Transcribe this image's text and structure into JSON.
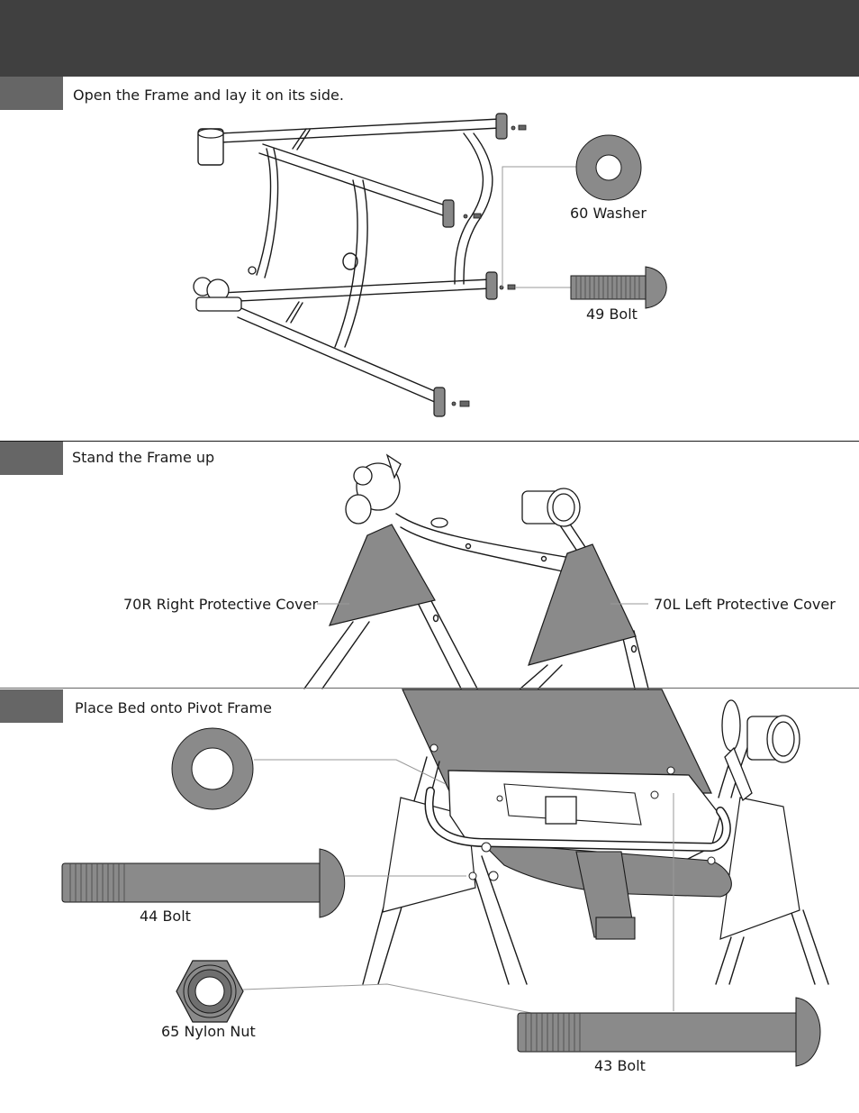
{
  "colors": {
    "header": "#404040",
    "tab": "#666666",
    "part": "#8a8a8a",
    "line": "#1a1a1a"
  },
  "steps": [
    {
      "instruction": "Open the Frame and lay it on its side.",
      "parts": {
        "washer": "60 Washer",
        "bolt": "49 Bolt"
      }
    },
    {
      "instruction": "Stand the Frame up",
      "parts": {
        "right_cover": "70R Right Protective Cover",
        "left_cover": "70L Left Protective Cover"
      }
    },
    {
      "instruction": "Place Bed onto Pivot Frame",
      "parts": {
        "bolt44": "44 Bolt",
        "nut": "65 Nylon Nut",
        "bolt43": "43 Bolt"
      }
    }
  ]
}
